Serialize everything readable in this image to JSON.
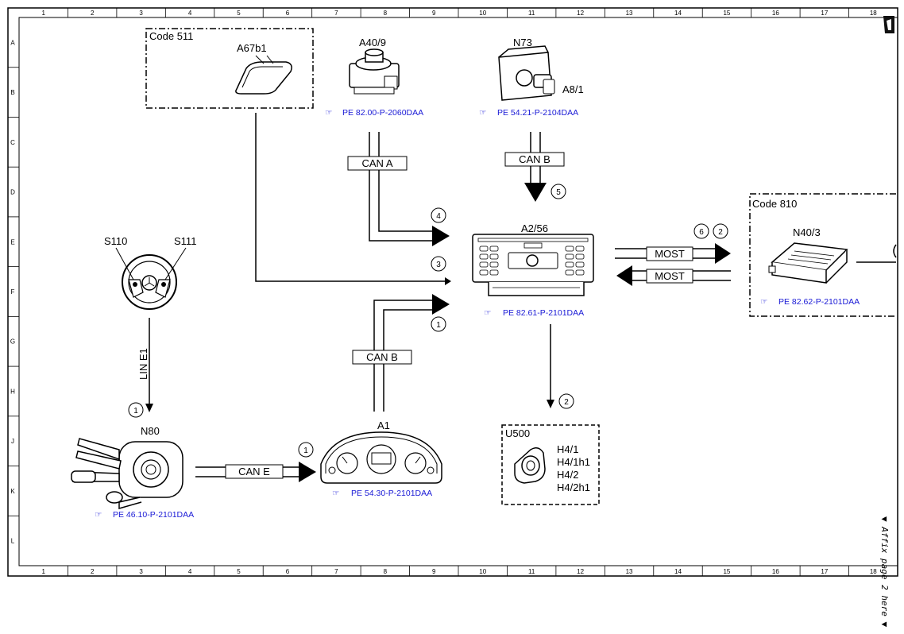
{
  "grid": {
    "columns": [
      "1",
      "2",
      "3",
      "4",
      "5",
      "6",
      "7",
      "8",
      "9",
      "10",
      "11",
      "12",
      "13",
      "14",
      "15",
      "16",
      "17",
      "18"
    ],
    "rows": [
      "A",
      "B",
      "C",
      "D",
      "E",
      "F",
      "G",
      "H",
      "J",
      "K",
      "L"
    ]
  },
  "side_note": "▼ Affix page 2 here ▼",
  "codes": {
    "c511": "Code 511",
    "c810": "Code 810"
  },
  "components": {
    "A67b1": "A67b1",
    "A40_9": "A40/9",
    "N73": "N73",
    "A8_1": "A8/1",
    "A2_56": "A2/56",
    "N40_3": "N40/3",
    "S110": "S110",
    "S111": "S111",
    "N80": "N80",
    "A1": "A1",
    "U500": "U500",
    "H4_1": "H4/1",
    "H4_1h1": "H4/1h1",
    "H4_2": "H4/2",
    "H4_2h1": "H4/2h1"
  },
  "refs": {
    "A40_9": "PE 82.00-P-2060DAA",
    "N73": "PE 54.21-P-2104DAA",
    "A2_56": "PE 82.61-P-2101DAA",
    "N40_3": "PE 82.62-P-2101DAA",
    "A1": "PE 54.30-P-2101DAA",
    "N80": "PE 46.10-P-2101DAA"
  },
  "buses": {
    "can_a": "CAN A",
    "can_b_top": "CAN B",
    "can_b_bottom": "CAN B",
    "can_e": "CAN E",
    "most_out": "MOST",
    "most_in": "MOST",
    "lin": "LIN E1"
  },
  "callouts": {
    "c4": "4",
    "c5": "5",
    "c3": "3",
    "c1_a256": "1",
    "c6": "6",
    "c2_most": "2",
    "c2_u500": "2",
    "c1_n80": "1",
    "c1_a1": "1"
  },
  "colors": {
    "line": "#000000",
    "ref": "#1a1ad6"
  }
}
